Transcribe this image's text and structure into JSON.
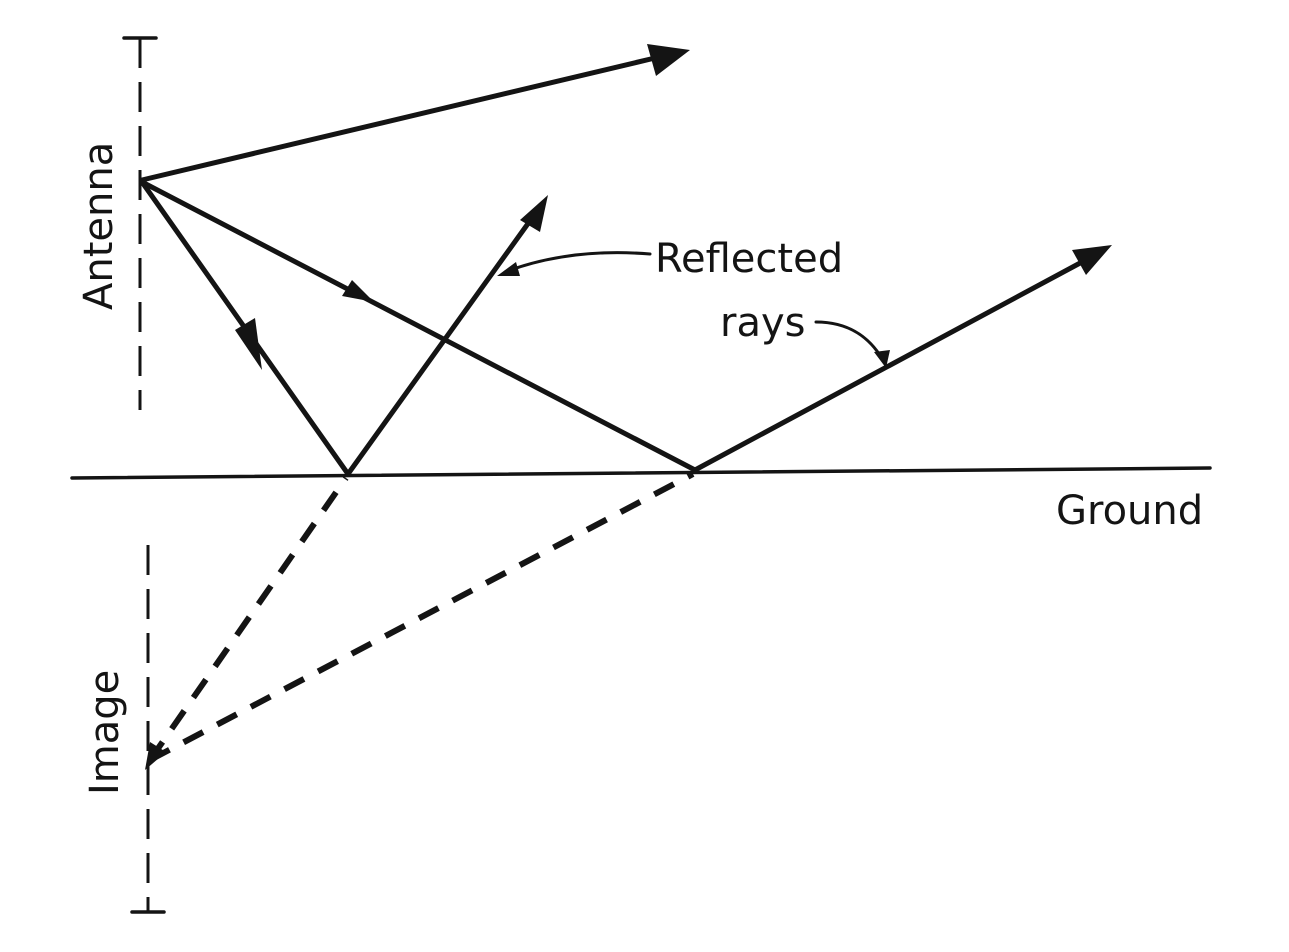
{
  "labels": {
    "antenna": "Antenna",
    "image": "Image",
    "reflected": "Reflected",
    "rays": "rays",
    "ground": "Ground"
  },
  "colors": {
    "ink": "#141414",
    "paper": "#ffffff"
  }
}
